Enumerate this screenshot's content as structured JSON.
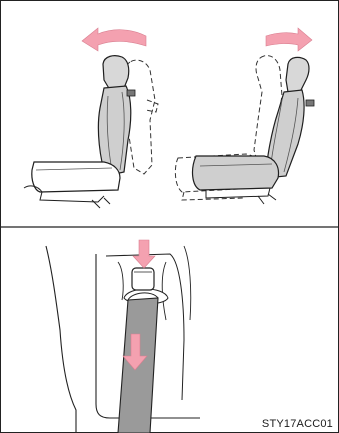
{
  "figure": {
    "image_code": "STY17ACC01",
    "panels": [
      {
        "id": "seat-fold-forward",
        "arrow_direction": "left"
      },
      {
        "id": "seat-recline-back",
        "arrow_direction": "right"
      },
      {
        "id": "seatbelt-release",
        "arrow_direction": "down"
      }
    ],
    "colors": {
      "arrow": "#f4a1b0",
      "seat_fill": "#cfcfcf",
      "seat_back_fill": "#d8d8d8",
      "belt_fill": "#9a9a9a",
      "line": "#1f1f1f"
    }
  }
}
